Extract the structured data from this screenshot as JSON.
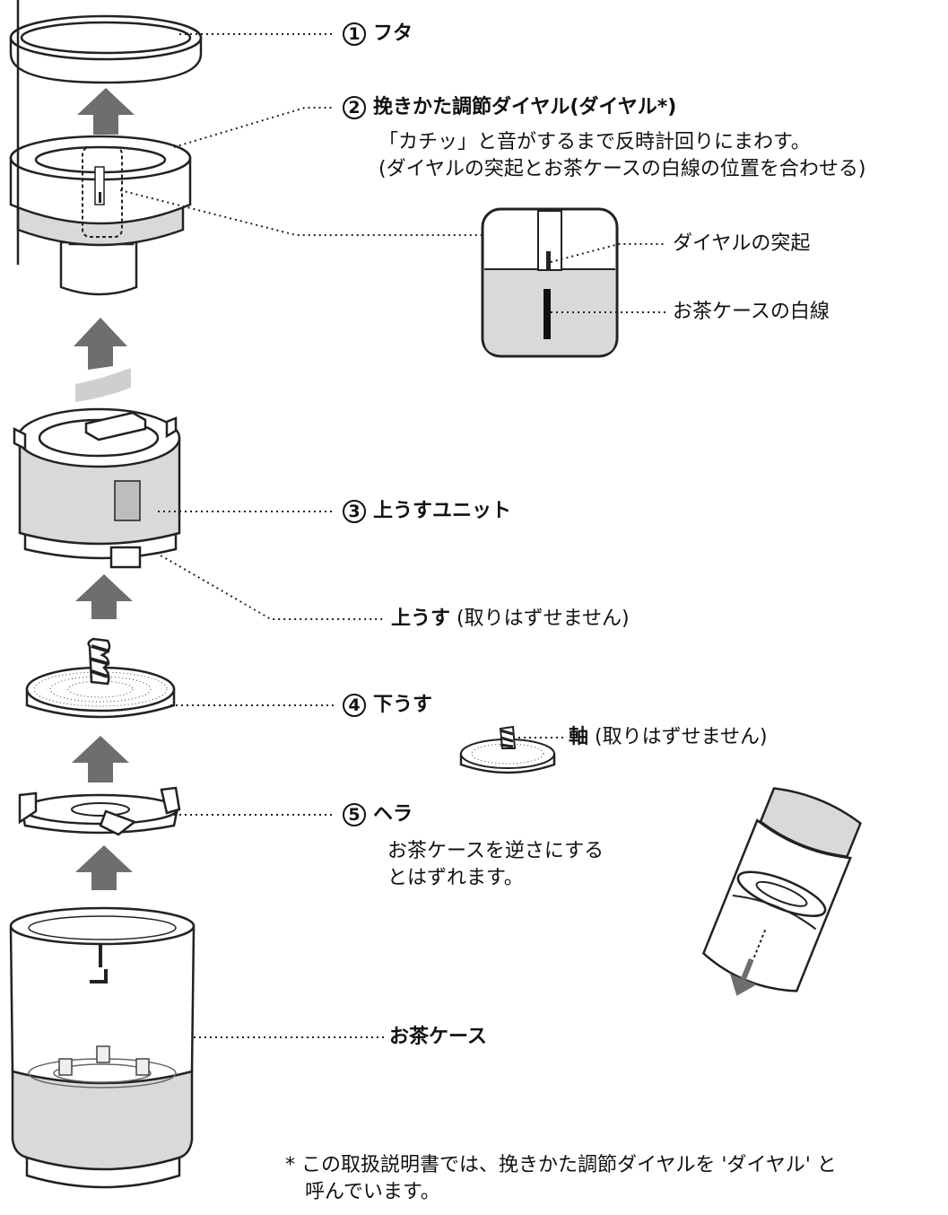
{
  "parts": [
    {
      "number": "1",
      "name": "フタ"
    },
    {
      "number": "2",
      "name": "挽きかた調節ダイヤル(ダイヤル*)"
    },
    {
      "number": "3",
      "name": "上うすユニット"
    },
    {
      "number": "4",
      "name": "下うす"
    },
    {
      "number": "5",
      "name": "ヘラ"
    }
  ],
  "dial_instruction": [
    "「カチッ」と音がするまで反時計回りにまわす。",
    "(ダイヤルの突起とお茶ケースの白線の位置を合わせる)"
  ],
  "detail": {
    "protrusion": "ダイヤルの突起",
    "white_line": "お茶ケースの白線"
  },
  "upper_mill": {
    "name": "上うす",
    "note": "(取りはずせません)"
  },
  "shaft": {
    "name": "軸",
    "note": "(取りはずせません)"
  },
  "spatula_note": [
    "お茶ケースを逆さにする",
    "とはずれます。"
  ],
  "tea_case": "お茶ケース",
  "footnote": [
    "* この取扱説明書では、挽きかた調節ダイヤルを 'ダイヤル' と",
    "呼んでいます。"
  ],
  "colors": {
    "arrow": "#6e6e6e",
    "line": "#222222",
    "shade": "#d9d9d9"
  }
}
